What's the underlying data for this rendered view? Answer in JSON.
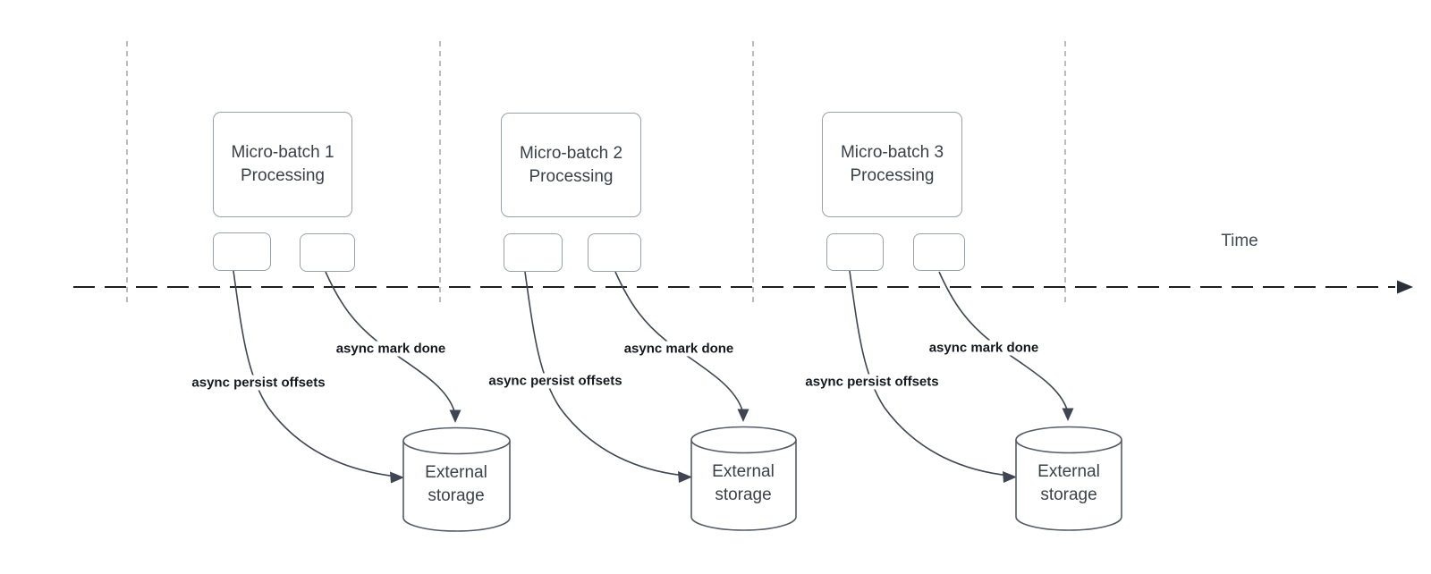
{
  "timeline": {
    "label": "Time"
  },
  "batches": [
    {
      "box_label": "Micro-batch 1 Processing",
      "persist_label": "async persist offsets",
      "mark_done_label": "async mark done",
      "storage_label": "External storage"
    },
    {
      "box_label": "Micro-batch 2 Processing",
      "persist_label": "async persist offsets",
      "mark_done_label": "async mark done",
      "storage_label": "External storage"
    },
    {
      "box_label": "Micro-batch 3 Processing",
      "persist_label": "async persist offsets",
      "mark_done_label": "async mark done",
      "storage_label": "External storage"
    }
  ],
  "colors": {
    "box_border": "#9aa0a8",
    "cylinder_border": "#545b66",
    "arrow_stroke": "#3f4552",
    "lane_divider": "#ababab",
    "time_axis": "#1f1f1f",
    "bold_label_text": "#15181e",
    "box_text": "#3b4149"
  }
}
